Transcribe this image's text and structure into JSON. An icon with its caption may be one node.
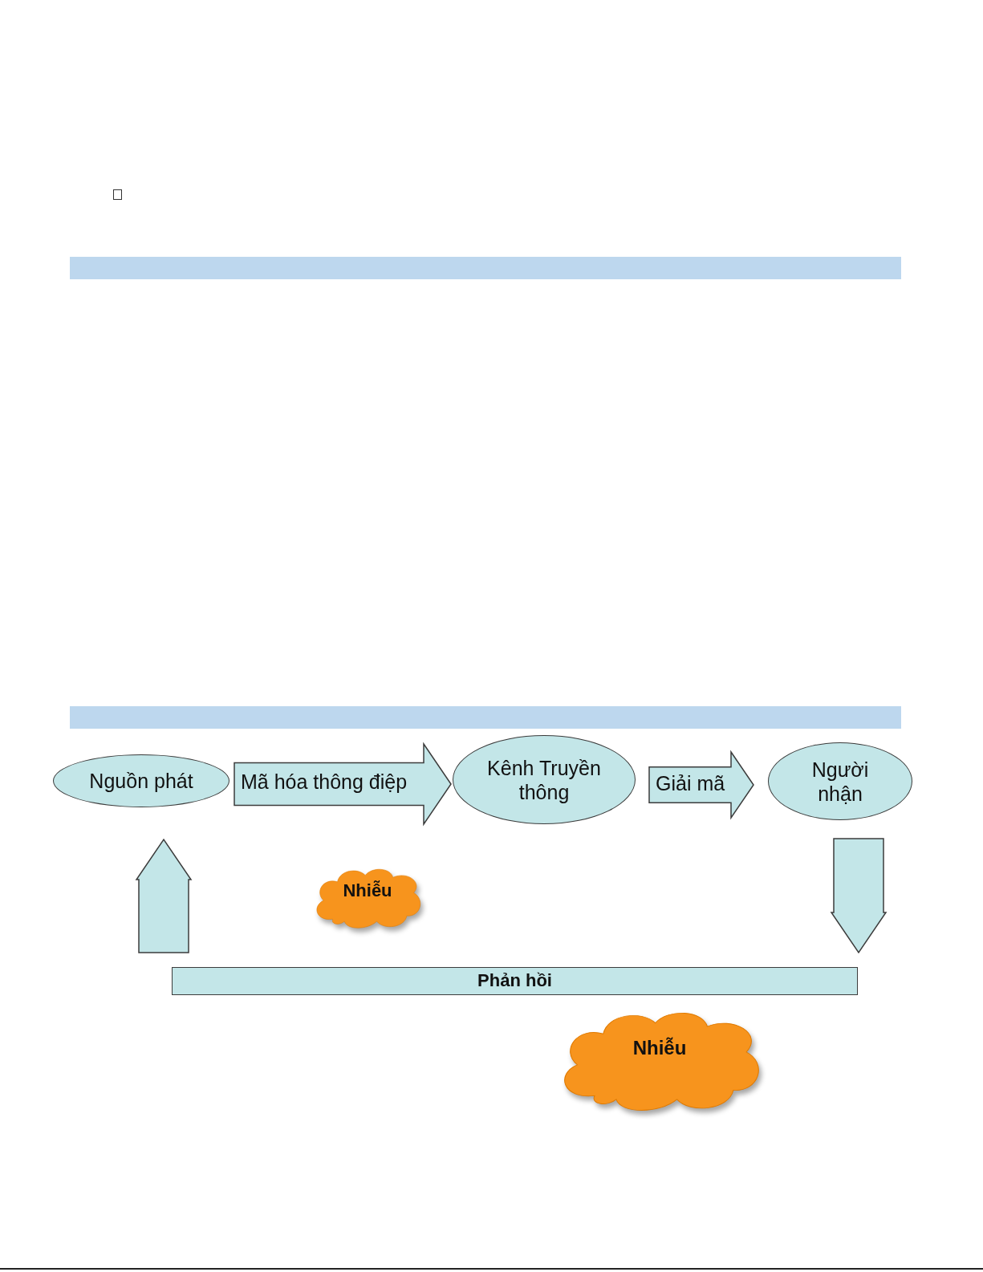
{
  "diagram": {
    "nodes": [
      {
        "text": [],
        "shape": "bar"
      },
      {
        "text": [],
        "shape": "bar"
      },
      {
        "text": [
          "Nguồn phát"
        ]
      },
      {
        "text": [
          "Mã hóa thông điệp"
        ]
      },
      {
        "text": [
          "Kênh Truyền thông"
        ]
      },
      {
        "text": [
          "Giải mã"
        ]
      },
      {
        "text": [
          "Người nhận"
        ]
      },
      {
        "text": [
          "Nhiễu"
        ]
      },
      {
        "text": [
          "Phản hồi"
        ]
      },
      {
        "text": [
          "Nhiễu"
        ]
      }
    ],
    "edges": [
      {
        "from": 6,
        "to": 8,
        "arrow": "to",
        "style": "thick"
      },
      {
        "from": 8,
        "to": 2,
        "arrow": "to",
        "style": "thick"
      }
    ]
  }
}
